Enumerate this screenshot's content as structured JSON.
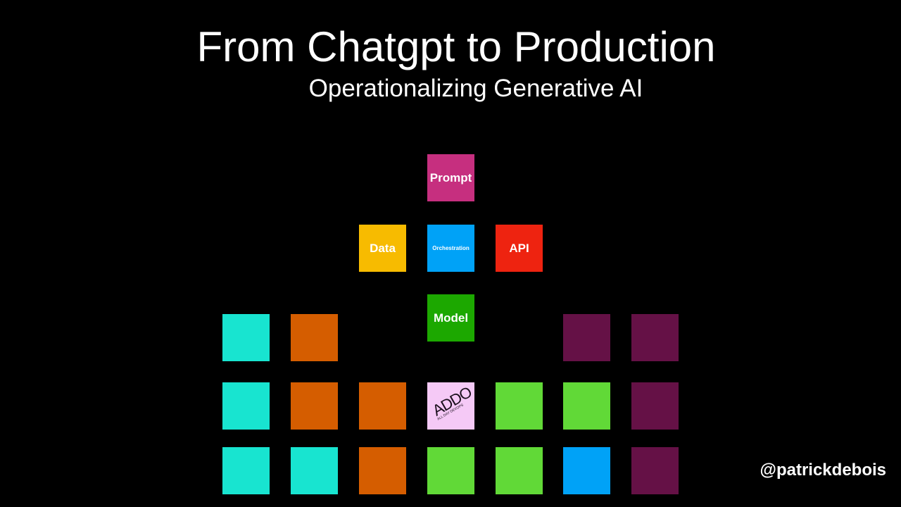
{
  "slide": {
    "title": "From Chatgpt to Production",
    "subtitle": "Operationalizing Generative AI",
    "handle": "@patrickdebois"
  },
  "colors": {
    "prompt": "#c62f7f",
    "data": "#f7bb00",
    "orchestration": "#00a2f7",
    "api": "#ee2310",
    "model": "#1ca800",
    "cyan": "#18e4d0",
    "orange": "#d55d00",
    "purple": "#651146",
    "lime": "#61d937",
    "blue": "#00a2f7",
    "logo_bg": "#f5c9f6"
  },
  "blocks": {
    "prompt": "Prompt",
    "data": "Data",
    "orchestration": "Orchestration",
    "api": "API",
    "model": "Model",
    "logo": {
      "text": "ADDO",
      "sub": "ALL DAY DEVOPS"
    }
  }
}
